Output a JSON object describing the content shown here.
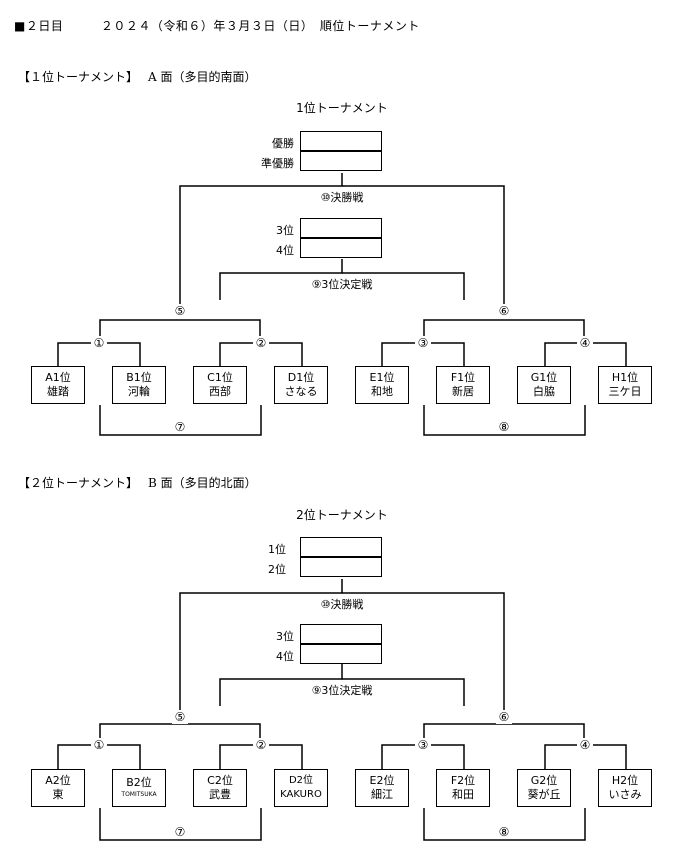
{
  "header": {
    "text": "■２日目　　　２０２４（令和６）年３月３日（日）　順位トーナメント"
  },
  "tournaments": [
    {
      "section": "【１位トーナメント】",
      "venue": "A 面（多目的南面）",
      "title": "1位トーナメント",
      "result_labels": [
        "優勝",
        "準優勝"
      ],
      "final_label": "⑩決勝戦",
      "third_labels": [
        "3位",
        "4位"
      ],
      "third_match_label": "⑨3位決定戦",
      "match_numbers": [
        "⑤",
        "⑥",
        "①",
        "②",
        "③",
        "④",
        "⑦",
        "⑧"
      ],
      "teams": [
        {
          "rank": "A1位",
          "name": "雄踏"
        },
        {
          "rank": "B1位",
          "name": "河輪"
        },
        {
          "rank": "C1位",
          "name": "西部"
        },
        {
          "rank": "D1位",
          "name": "さなる"
        },
        {
          "rank": "E1位",
          "name": "和地"
        },
        {
          "rank": "F1位",
          "name": "新居"
        },
        {
          "rank": "G1位",
          "name": "白脇"
        },
        {
          "rank": "H1位",
          "name": "三ケ日"
        }
      ]
    },
    {
      "section": "【２位トーナメント】",
      "venue": "B 面（多目的北面）",
      "title": "2位トーナメント",
      "result_labels": [
        "1位",
        "2位"
      ],
      "final_label": "⑩決勝戦",
      "third_labels": [
        "3位",
        "4位"
      ],
      "third_match_label": "⑨3位決定戦",
      "match_numbers": [
        "⑤",
        "⑥",
        "①",
        "②",
        "③",
        "④",
        "⑦",
        "⑧"
      ],
      "teams": [
        {
          "rank": "A2位",
          "name": "東"
        },
        {
          "rank": "B2位",
          "name": "TOMITSUKA"
        },
        {
          "rank": "C2位",
          "name": "武豊"
        },
        {
          "rank": "D2位",
          "name": "KAKURO"
        },
        {
          "rank": "E2位",
          "name": "細江"
        },
        {
          "rank": "F2位",
          "name": "和田"
        },
        {
          "rank": "G2位",
          "name": "葵が丘"
        },
        {
          "rank": "H2位",
          "name": "いさみ"
        }
      ]
    }
  ]
}
